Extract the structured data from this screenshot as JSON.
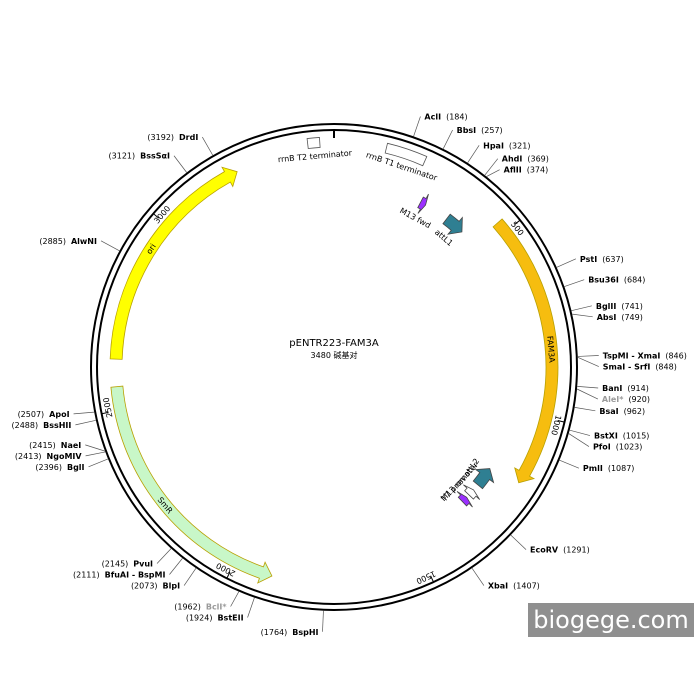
{
  "plasmid": {
    "name": "pENTR223-FAM3A",
    "length_label": "3480 碱基对",
    "total_bp": 3480
  },
  "ticks": [
    {
      "pos": 500,
      "label": "500"
    },
    {
      "pos": 1000,
      "label": "1000"
    },
    {
      "pos": 1500,
      "label": "1500"
    },
    {
      "pos": 2000,
      "label": "2000"
    },
    {
      "pos": 2500,
      "label": "2500"
    },
    {
      "pos": 3000,
      "label": "3000"
    }
  ],
  "features": [
    {
      "name": "rrnB T2 terminator",
      "type": "box",
      "start": 3415,
      "end": 3445,
      "strand": 1,
      "color": "#ffffff"
    },
    {
      "name": "rrnB T1 terminator",
      "type": "box",
      "start": 130,
      "end": 230,
      "strand": 1,
      "color": "#ffffff"
    },
    {
      "name": "M13 fwd",
      "type": "arrow",
      "start": 268,
      "end": 285,
      "strand": 1,
      "color": "#9b30ff"
    },
    {
      "name": "attL1",
      "type": "arrow",
      "start": 360,
      "end": 420,
      "strand": 1,
      "color": "#2f7f92"
    },
    {
      "name": "FAM3A",
      "type": "arrow",
      "start": 470,
      "end": 1180,
      "strand": 1,
      "color": "#f6bd0f"
    },
    {
      "name": "attL2",
      "type": "arrow",
      "start": 1190,
      "end": 1250,
      "strand": -1,
      "color": "#2f7f92"
    },
    {
      "name": "M13 rev",
      "type": "arrow",
      "start": 1300,
      "end": 1318,
      "strand": -1,
      "color": "#9b30ff"
    },
    {
      "name": "T7 promoter",
      "type": "arrow",
      "start": 1270,
      "end": 1290,
      "strand": -1,
      "color": "#ffffff"
    },
    {
      "name": "SmR",
      "type": "arrow",
      "start": 1900,
      "end": 2560,
      "strand": -1,
      "color": "#c8f7c8"
    },
    {
      "name": "ori",
      "type": "arrow",
      "start": 2630,
      "end": 3225,
      "strand": 1,
      "color": "#ffff00"
    }
  ],
  "sites": [
    {
      "name": "AclI",
      "pos_label": "(184)",
      "pos": 184,
      "gray": false
    },
    {
      "name": "BbsI",
      "pos_label": "(257)",
      "pos": 257,
      "gray": false
    },
    {
      "name": "HpaI",
      "pos_label": "(321)",
      "pos": 321,
      "gray": false
    },
    {
      "name": "AhdI",
      "pos_label": "(369)",
      "pos": 369,
      "gray": false
    },
    {
      "name": "AflII",
      "pos_label": "(374)",
      "pos": 374,
      "gray": false
    },
    {
      "name": "PstI",
      "pos_label": "(637)",
      "pos": 637,
      "gray": false
    },
    {
      "name": "Bsu36I",
      "pos_label": "(684)",
      "pos": 684,
      "gray": false
    },
    {
      "name": "BglII",
      "pos_label": "(741)",
      "pos": 741,
      "gray": false
    },
    {
      "name": "AbsI",
      "pos_label": "(749)",
      "pos": 749,
      "gray": false
    },
    {
      "name": "TspMI - XmaI",
      "pos_label": "(846)",
      "pos": 846,
      "gray": false
    },
    {
      "name": "SmaI - SrfI",
      "pos_label": "(848)",
      "pos": 848,
      "gray": false
    },
    {
      "name": "BanI",
      "pos_label": "(914)",
      "pos": 914,
      "gray": false
    },
    {
      "name": "AleI*",
      "pos_label": "(920)",
      "pos": 920,
      "gray": true
    },
    {
      "name": "BsaI",
      "pos_label": "(962)",
      "pos": 962,
      "gray": false
    },
    {
      "name": "BstXI",
      "pos_label": "(1015)",
      "pos": 1015,
      "gray": false
    },
    {
      "name": "PfoI",
      "pos_label": "(1023)",
      "pos": 1023,
      "gray": false
    },
    {
      "name": "PmlI",
      "pos_label": "(1087)",
      "pos": 1087,
      "gray": false
    },
    {
      "name": "EcoRV",
      "pos_label": "(1291)",
      "pos": 1291,
      "gray": false
    },
    {
      "name": "XbaI",
      "pos_label": "(1407)",
      "pos": 1407,
      "gray": false
    },
    {
      "name": "BspHI",
      "pos_label": "(1764)",
      "pos": 1764,
      "gray": false
    },
    {
      "name": "BstEII",
      "pos_label": "(1924)",
      "pos": 1924,
      "gray": false
    },
    {
      "name": "BclI*",
      "pos_label": "(1962)",
      "pos": 1962,
      "gray": true
    },
    {
      "name": "BlpI",
      "pos_label": "(2073)",
      "pos": 2073,
      "gray": false
    },
    {
      "name": "BfuAI - BspMI",
      "pos_label": "(2111)",
      "pos": 2111,
      "gray": false
    },
    {
      "name": "PvuI",
      "pos_label": "(2145)",
      "pos": 2145,
      "gray": false
    },
    {
      "name": "BglI",
      "pos_label": "(2396)",
      "pos": 2396,
      "gray": false
    },
    {
      "name": "NgoMIV",
      "pos_label": "(2413)",
      "pos": 2413,
      "gray": false
    },
    {
      "name": "NaeI",
      "pos_label": "(2415)",
      "pos": 2415,
      "gray": false
    },
    {
      "name": "BssHII",
      "pos_label": "(2488)",
      "pos": 2488,
      "gray": false
    },
    {
      "name": "ApoI",
      "pos_label": "(2507)",
      "pos": 2507,
      "gray": false
    },
    {
      "name": "AlwNI",
      "pos_label": "(2885)",
      "pos": 2885,
      "gray": false
    },
    {
      "name": "BssSαI",
      "pos_label": "(3121)",
      "pos": 3121,
      "gray": false
    },
    {
      "name": "DrdI",
      "pos_label": "(3192)",
      "pos": 3192,
      "gray": false
    }
  ],
  "watermark": "biogege.com"
}
